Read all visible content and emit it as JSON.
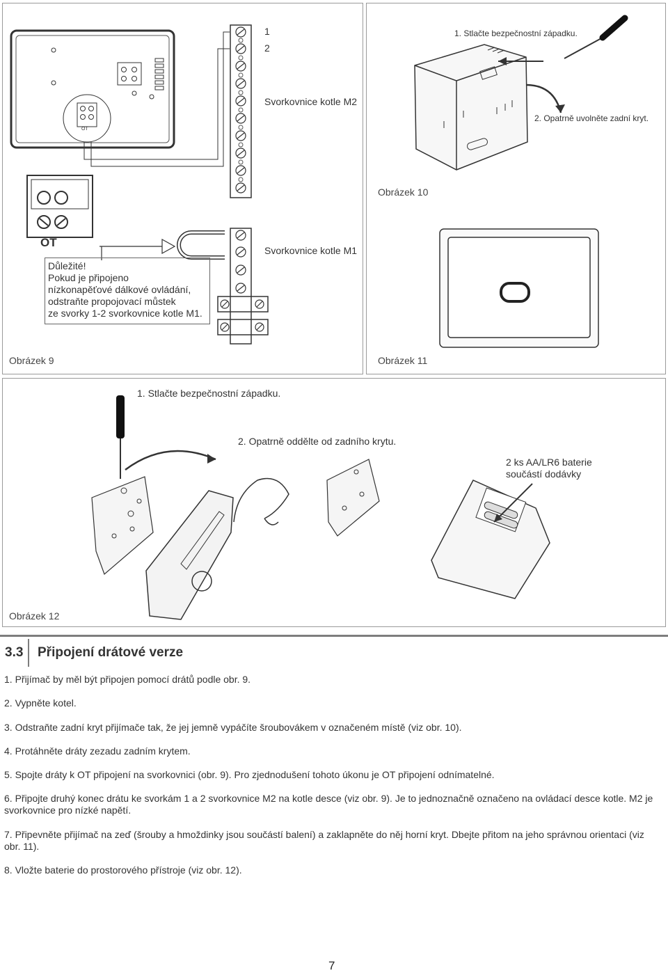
{
  "figure9": {
    "terminal_numbers": [
      "1",
      "2"
    ],
    "ot_small": "OT",
    "ot_label": "OT",
    "boiler_m2": "Svorkovnice kotle M2",
    "boiler_m1": "Svorkovnice kotle M1",
    "important_title": "Důležité!",
    "important_lines": [
      "Pokud je připojeno",
      "nízkonapěťové dálkové ovládání,",
      "odstraňte propojovací můstek",
      "ze svorky 1-2 svorkovnice kotle M1."
    ],
    "caption": "Obrázek 9"
  },
  "figure10": {
    "step1": "1. Stlačte bezpečnostní západku.",
    "step2": "2. Opatrně uvolněte zadní kryt.",
    "caption": "Obrázek 10"
  },
  "figure11": {
    "caption": "Obrázek 11"
  },
  "figure12": {
    "step1": "1. Stlačte bezpečnostní západku.",
    "step2": "2. Opatrně oddělte od zadního krytu.",
    "battery_line1": "2 ks AA/LR6 baterie",
    "battery_line2": "součástí dodávky",
    "caption": "Obrázek 12"
  },
  "section": {
    "number": "3.3",
    "title": "Připojení drátové verze",
    "steps": [
      "1. Přijímač by měl být připojen pomocí drátů podle obr. 9.",
      "2. Vypněte kotel.",
      "3. Odstraňte zadní kryt přijímače tak, že jej jemně vypáčíte šroubovákem v označeném místě (viz obr. 10).",
      "4. Protáhněte dráty zezadu zadním krytem.",
      "5. Spojte dráty k OT připojení na svorkovnici (obr. 9). Pro zjednodušení tohoto úkonu je OT připojení odnímatelné.",
      "6. Připojte druhý konec drátu ke svorkám 1 a 2 svorkovnice M2 na kotle desce (viz obr. 9). Je to jednoznačně označeno na ovládací desce kotle. M2 je svorkovnice pro nízké napětí.",
      "7. Připevněte přijímač na zeď (šrouby a hmoždinky jsou součástí balení) a zaklapněte do něj horní kryt. Dbejte přitom na jeho správnou orientaci (viz obr. 11).",
      "8. Vložte baterie do prostorového přístroje (viz obr. 12)."
    ]
  },
  "page_number": "7"
}
